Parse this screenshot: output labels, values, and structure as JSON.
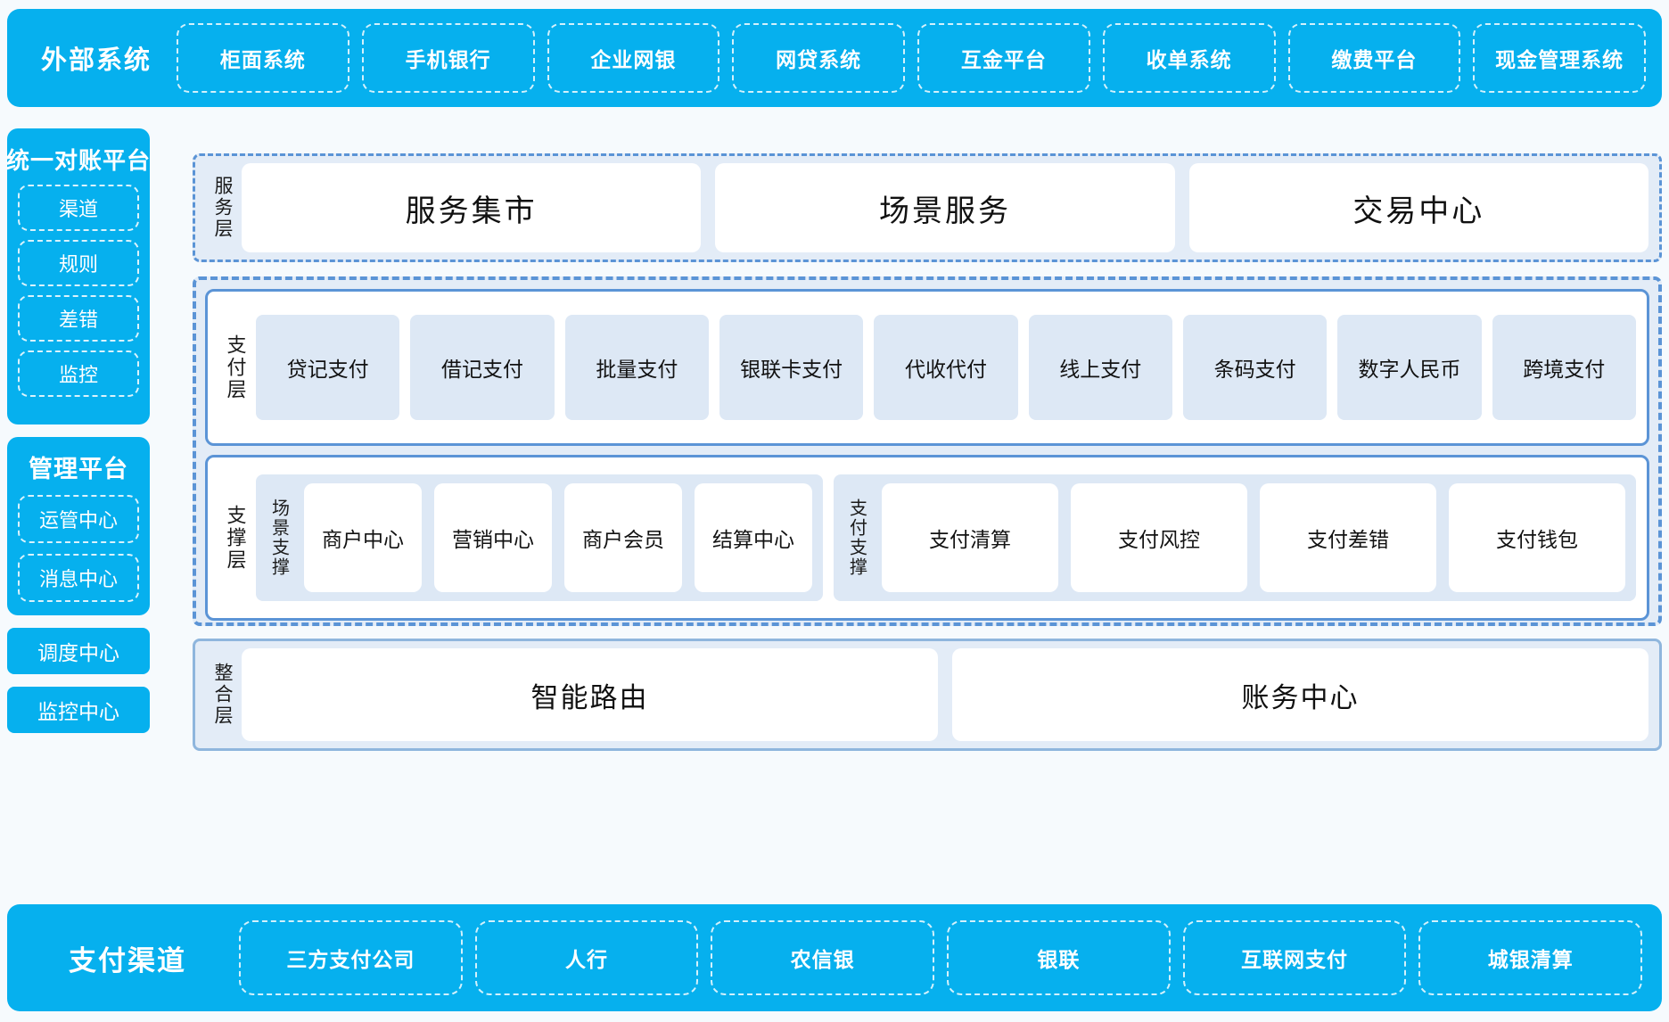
{
  "colors": {
    "brand_cyan": "#06b0ee",
    "panel_fill": "#e3ecf7",
    "panel_border": "#5b94d6",
    "chip_fill": "#dde8f5",
    "canvas_bg": "#f6fafd",
    "text_dark": "#111111",
    "text_light": "#ffffff"
  },
  "external": {
    "title": "外部系统",
    "items": [
      "柜面系统",
      "手机银行",
      "企业网银",
      "网贷系统",
      "互金平台",
      "收单系统",
      "缴费平台",
      "现金管理系统"
    ]
  },
  "sidebar": {
    "reconciliation": {
      "title": "统一对账平台",
      "items": [
        "渠道",
        "规则",
        "差错",
        "监控"
      ]
    },
    "management": {
      "title": "管理平台",
      "items": [
        "运管中心",
        "消息中心"
      ]
    },
    "standalone": [
      "调度中心",
      "监控中心"
    ]
  },
  "service_layer": {
    "label": "服务层",
    "items": [
      "服务集市",
      "场景服务",
      "交易中心"
    ]
  },
  "payment_layer": {
    "label": "支付层",
    "items": [
      "贷记支付",
      "借记支付",
      "批量支付",
      "银联卡支付",
      "代收代付",
      "线上支付",
      "条码支付",
      "数字人民币",
      "跨境支付"
    ]
  },
  "support_layer": {
    "label": "支撑层",
    "groups": [
      {
        "label": "场景支撑",
        "items": [
          "商户中心",
          "营销中心",
          "商户会员",
          "结算中心"
        ]
      },
      {
        "label": "支付支撑",
        "items": [
          "支付清算",
          "支付风控",
          "支付差错",
          "支付钱包"
        ]
      }
    ]
  },
  "integration_layer": {
    "label": "整合层",
    "items": [
      "智能路由",
      "账务中心"
    ]
  },
  "channels": {
    "title": "支付渠道",
    "items": [
      "三方支付公司",
      "人行",
      "农信银",
      "银联",
      "互联网支付",
      "城银清算"
    ]
  }
}
